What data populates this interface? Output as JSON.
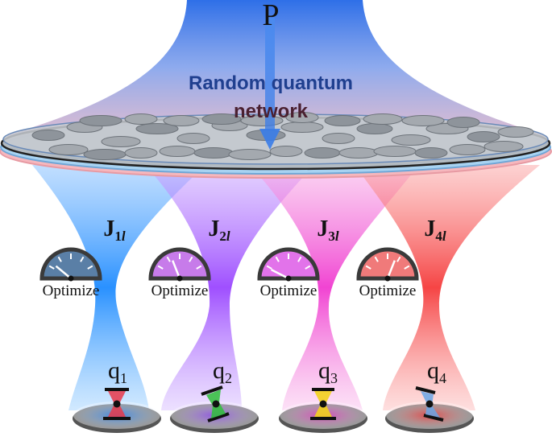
{
  "title": {
    "line1": "Random quantum",
    "line2": "network"
  },
  "pump_label": "P",
  "couplings": [
    {
      "base": "J",
      "sub": "1",
      "sub2": "l"
    },
    {
      "base": "J",
      "sub": "2",
      "sub2": "l"
    },
    {
      "base": "J",
      "sub": "3",
      "sub2": "l"
    },
    {
      "base": "J",
      "sub": "4",
      "sub2": "l"
    }
  ],
  "gauges": [
    {
      "label": "Optimize",
      "color": "#5a7fa6",
      "needle_level": 0.22
    },
    {
      "label": "Optimize",
      "color": "#c77bea",
      "needle_level": 0.38
    },
    {
      "label": "Optimize",
      "color": "#e273ea",
      "needle_level": 0.15
    },
    {
      "label": "Optimize",
      "color": "#f07a7a",
      "needle_level": 0.62
    }
  ],
  "qubits": [
    {
      "base": "q",
      "sub": "1",
      "beam_color": "#1e8bff",
      "qubit_color": "#e8384a"
    },
    {
      "base": "q",
      "sub": "2",
      "beam_color": "#9a46ff",
      "qubit_color": "#2fbf3a"
    },
    {
      "base": "q",
      "sub": "3",
      "beam_color": "#f03ad0",
      "qubit_color": "#f2d21d"
    },
    {
      "base": "q",
      "sub": "4",
      "beam_color": "#f53b3b",
      "qubit_color": "#6aa6e6"
    }
  ],
  "colors": {
    "pump_beam": "#2e6fe8",
    "arrow": "#4a8cf0",
    "title_blue": "#1f3f8f",
    "title_dark": "#4a2030",
    "disk": "#9aa0a8"
  }
}
